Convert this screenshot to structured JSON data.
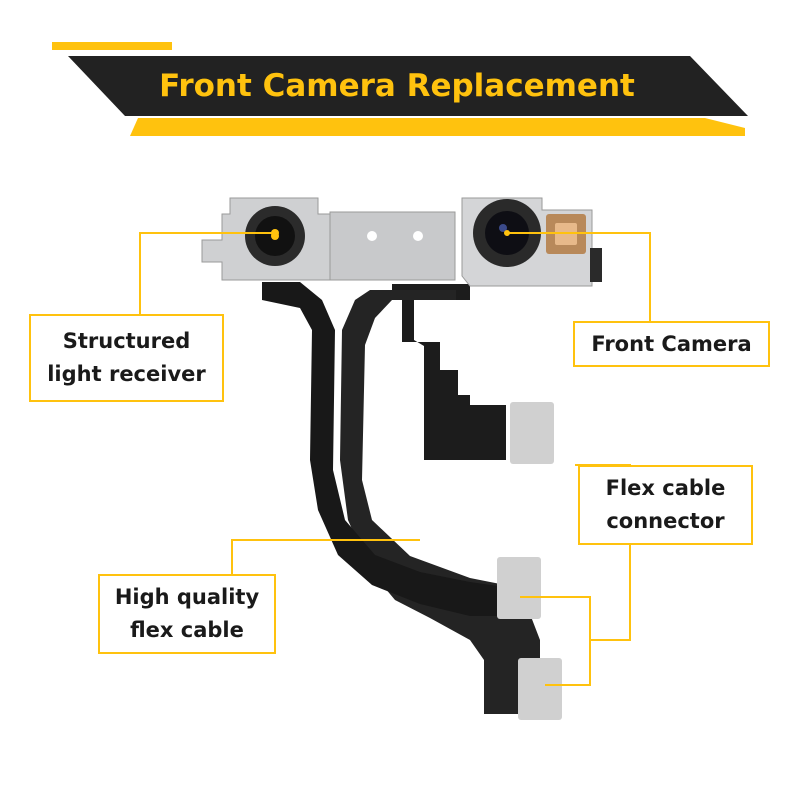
{
  "title": "Front Camera Replacement",
  "colors": {
    "accent": "#FFC20E",
    "banner": "#222222",
    "flex_cable": "#1c1c1c",
    "label_text": "#1a1a1a"
  },
  "labels": {
    "structured_light": {
      "line1": "Structured",
      "line2": "light receiver"
    },
    "front_camera": {
      "line1": "Front Camera"
    },
    "flex_connector": {
      "line1": "Flex cable",
      "line2": "connector"
    },
    "flex_cable": {
      "line1": "High quality",
      "line2": "flex cable"
    }
  }
}
